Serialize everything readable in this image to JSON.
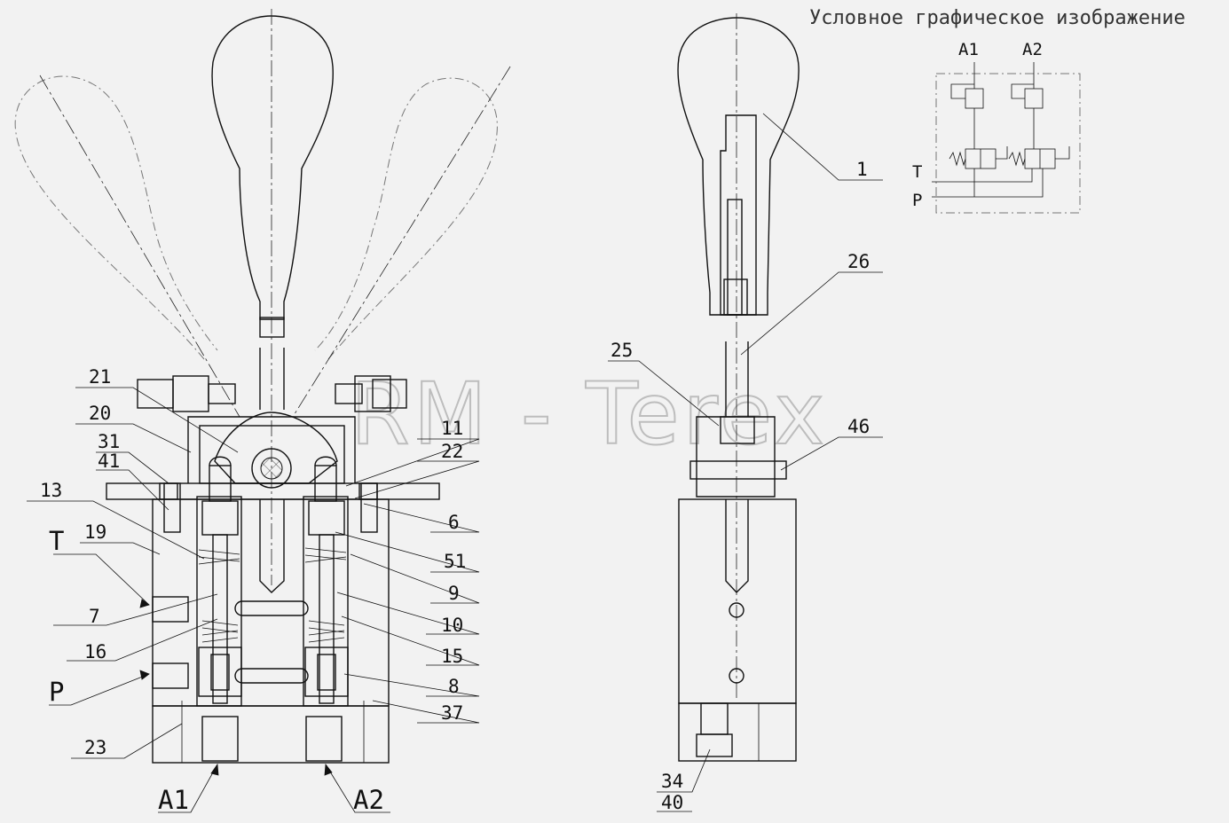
{
  "header": {
    "title": "Условное графическое изображение"
  },
  "watermark": "RM - Terex",
  "schematic": {
    "ports_top": [
      "A1",
      "A2"
    ],
    "ports_left": [
      "T",
      "P"
    ]
  },
  "front_view": {
    "part_labels": [
      "21",
      "20",
      "31",
      "41",
      "13",
      "19",
      "7",
      "16",
      "11",
      "22",
      "6",
      "51",
      "9",
      "10",
      "15",
      "8",
      "37",
      "23"
    ],
    "port_labels": [
      "T",
      "P",
      "A1",
      "A2"
    ]
  },
  "side_view": {
    "part_labels": [
      "1",
      "26",
      "25",
      "46",
      "34",
      "40"
    ]
  }
}
